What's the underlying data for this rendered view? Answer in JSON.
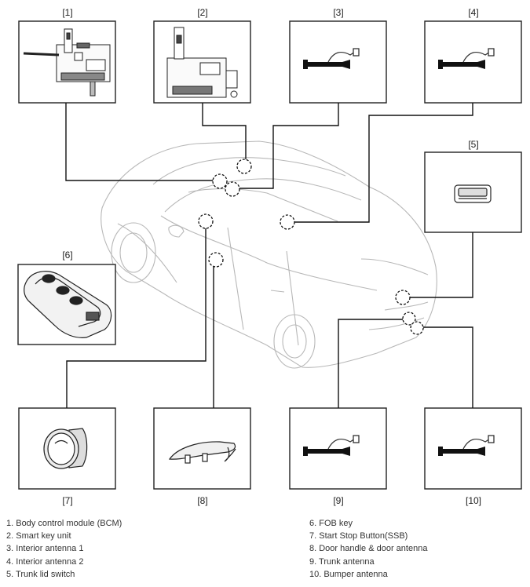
{
  "callouts": [
    "[1]",
    "[2]",
    "[3]",
    "[4]",
    "[5]",
    "[6]",
    "[7]",
    "[8]",
    "[9]",
    "[10]"
  ],
  "legend_left": [
    "1. Body control module (BCM)",
    "2. Smart key unit",
    "3. Interior antenna 1",
    "4. Interior antenna 2",
    "5. Trunk lid switch"
  ],
  "legend_right": [
    "6. FOB key",
    "7. Start Stop Button(SSB)",
    "8. Door handle & door antenna",
    "9. Trunk antenna",
    "10. Bumper antenna"
  ],
  "components": [
    {
      "id": 1,
      "icon": "bcm-module-icon"
    },
    {
      "id": 2,
      "icon": "smart-key-unit-icon"
    },
    {
      "id": 3,
      "icon": "antenna-icon"
    },
    {
      "id": 4,
      "icon": "antenna-icon"
    },
    {
      "id": 5,
      "icon": "trunk-switch-icon"
    },
    {
      "id": 6,
      "icon": "fob-key-icon"
    },
    {
      "id": 7,
      "icon": "start-stop-button-icon"
    },
    {
      "id": 8,
      "icon": "door-handle-icon"
    },
    {
      "id": 9,
      "icon": "antenna-icon"
    },
    {
      "id": 10,
      "icon": "antenna-icon"
    }
  ]
}
